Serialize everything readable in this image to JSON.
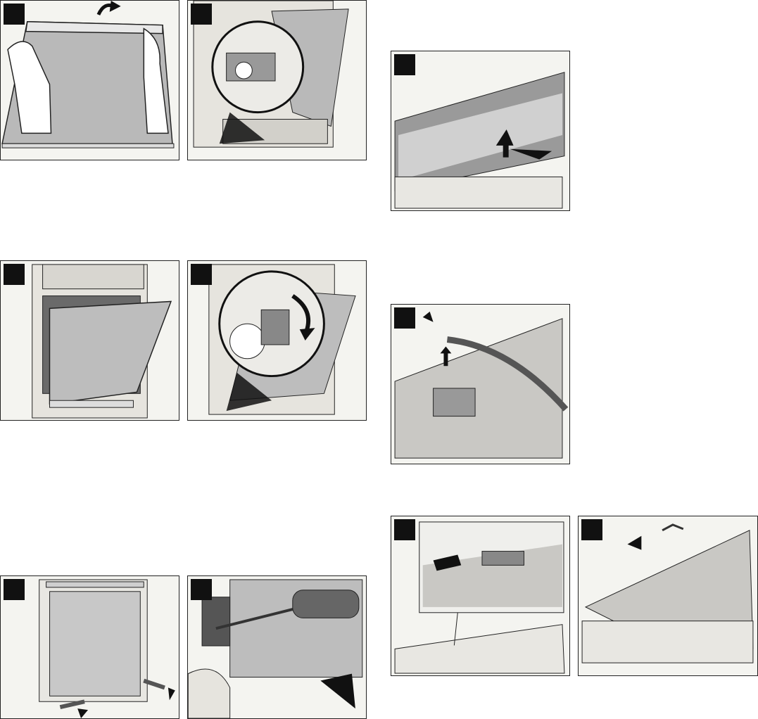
{
  "figures": [
    {
      "id": "fig-1",
      "step": ""
    },
    {
      "id": "fig-2",
      "step": ""
    },
    {
      "id": "fig-3",
      "step": ""
    },
    {
      "id": "fig-4",
      "step": ""
    },
    {
      "id": "fig-5",
      "step": ""
    },
    {
      "id": "fig-6",
      "step": ""
    },
    {
      "id": "fig-7",
      "step": ""
    },
    {
      "id": "fig-8",
      "step": ""
    },
    {
      "id": "fig-9",
      "step": ""
    },
    {
      "id": "fig-10",
      "step": ""
    }
  ],
  "icons": {
    "arrow": "arrow-icon",
    "screwdriver": "screwdriver-icon",
    "hand": "hand-icon"
  },
  "colors": {
    "panel_bg": "#f4f4f0",
    "glass": "#b9b9b9",
    "frame": "#dddbd6",
    "outline": "#222222",
    "badge": "#111111"
  }
}
